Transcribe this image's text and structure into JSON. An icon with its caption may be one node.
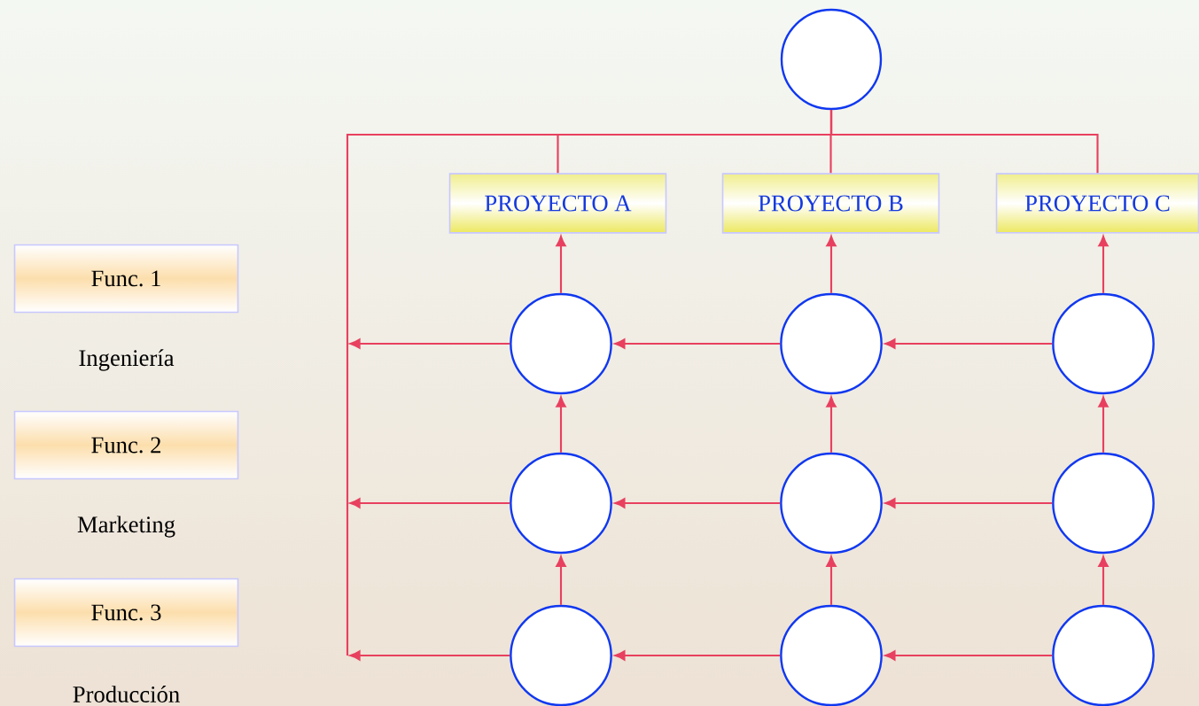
{
  "diagram": {
    "nodes": [
      {
        "text": [],
        "shape": "circle"
      },
      {
        "text": [
          "PROYECTO A"
        ]
      },
      {
        "text": [
          "PROYECTO B"
        ]
      },
      {
        "text": [
          "PROYECTO C"
        ]
      },
      {
        "text": [
          "Func. 1"
        ],
        "beside": [
          "Ingeniería"
        ]
      },
      {
        "text": [
          "Func. 2"
        ],
        "beside": [
          "Marketing"
        ]
      },
      {
        "text": [
          "Func. 3"
        ],
        "beside": [
          "Producción"
        ]
      },
      {
        "text": [],
        "shape": "circle"
      },
      {
        "text": [],
        "shape": "circle"
      },
      {
        "text": [],
        "shape": "circle"
      },
      {
        "text": [],
        "shape": "circle"
      },
      {
        "text": [],
        "shape": "circle"
      },
      {
        "text": [],
        "shape": "circle"
      },
      {
        "text": [],
        "shape": "circle"
      },
      {
        "text": [],
        "shape": "circle"
      },
      {
        "text": [],
        "shape": "circle"
      }
    ],
    "edges": [
      {
        "from": 0,
        "to": 1,
        "arrow": "none"
      },
      {
        "from": 0,
        "to": 2,
        "arrow": "none"
      },
      {
        "from": 0,
        "to": 3,
        "arrow": "none"
      },
      {
        "from": 0,
        "to": null,
        "arrow": "none"
      },
      {
        "from": 9,
        "to": 8,
        "arrow": "to"
      },
      {
        "from": 8,
        "to": 7,
        "arrow": "to"
      },
      {
        "from": 7,
        "to": null,
        "arrow": "to"
      },
      {
        "from": 12,
        "to": 11,
        "arrow": "to"
      },
      {
        "from": 11,
        "to": 10,
        "arrow": "to"
      },
      {
        "from": 10,
        "to": null,
        "arrow": "to"
      },
      {
        "from": 15,
        "to": 14,
        "arrow": "to"
      },
      {
        "from": 14,
        "to": 13,
        "arrow": "to"
      },
      {
        "from": 13,
        "to": null,
        "arrow": "to"
      },
      {
        "from": 7,
        "to": 1,
        "arrow": "to"
      },
      {
        "from": 8,
        "to": 2,
        "arrow": "to"
      },
      {
        "from": 9,
        "to": 3,
        "arrow": "to"
      },
      {
        "from": 10,
        "to": 7,
        "arrow": "to"
      },
      {
        "from": 11,
        "to": 8,
        "arrow": "to"
      },
      {
        "from": 12,
        "to": 9,
        "arrow": "to"
      },
      {
        "from": 13,
        "to": 10,
        "arrow": "to"
      },
      {
        "from": 14,
        "to": 11,
        "arrow": "to"
      },
      {
        "from": 15,
        "to": 12,
        "arrow": "to"
      }
    ]
  }
}
